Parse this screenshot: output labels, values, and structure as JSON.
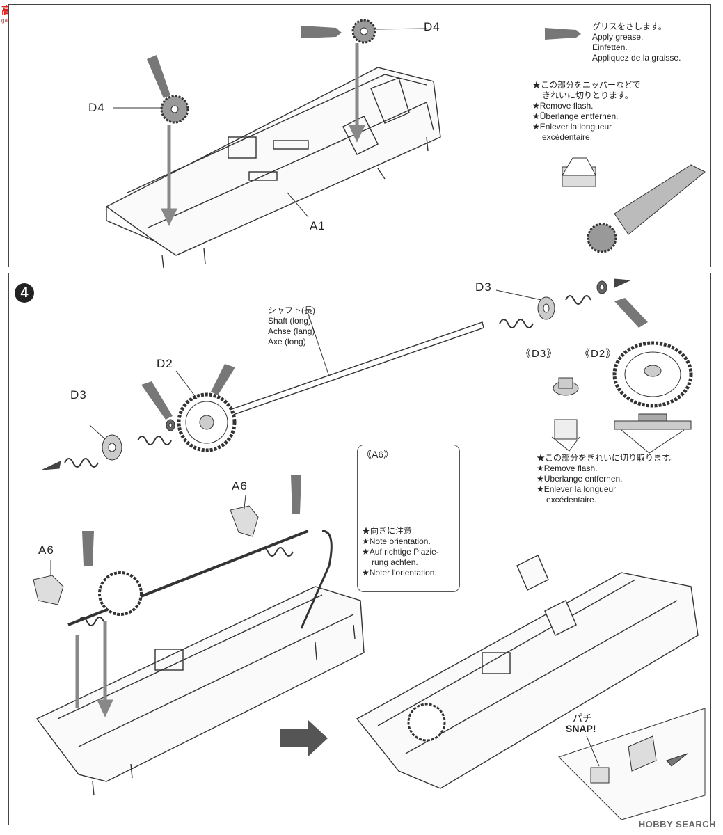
{
  "watermark": {
    "top_left": "高手网",
    "top_left_sub": "gaoshou.net",
    "bottom_right": "HOBBY SEARCH"
  },
  "step3": {
    "labels": {
      "gear_top": "D4",
      "gear_left": "D4",
      "chassis": "A1"
    },
    "grease_note": {
      "jp": "グリスをさします。",
      "en": "Apply grease.",
      "de": "Einfetten.",
      "fr": "Appliquez de la graisse."
    },
    "flash_note": {
      "jp1": "★この部分をニッパーなどで",
      "jp2": "きれいに切りとります。",
      "en": "★Remove flash.",
      "de": "★Überlange entfernen.",
      "fr1": "★Enlever la longueur",
      "fr2": "excédentaire."
    }
  },
  "step4": {
    "number": "4",
    "shaft_label": {
      "jp": "シャフト(長)",
      "en": "Shaft (long)",
      "de": "Achse (lang)",
      "fr": "Axe (long)"
    },
    "part_labels": {
      "d3_right": "D3",
      "d3_left": "D3",
      "d2": "D2",
      "a6_center": "A6",
      "a6_left": "A6"
    },
    "detail_labels": {
      "d3": "《D3》",
      "d2": "《D2》"
    },
    "flash_note": {
      "jp": "★この部分をきれいに切り取ります。",
      "en": "★Remove flash.",
      "de": "★Überlange entfernen.",
      "fr1": "★Enlever la longueur",
      "fr2": "excédentaire."
    },
    "a6_callout": {
      "title": "《A6》",
      "jp": "★向きに注意",
      "en": "★Note orientation.",
      "de1": "★Auf richtige Plazie-",
      "de2": "rung achten.",
      "fr": "★Noter l'orientation."
    },
    "snap": {
      "jp": "パチ",
      "en": "SNAP!"
    }
  }
}
